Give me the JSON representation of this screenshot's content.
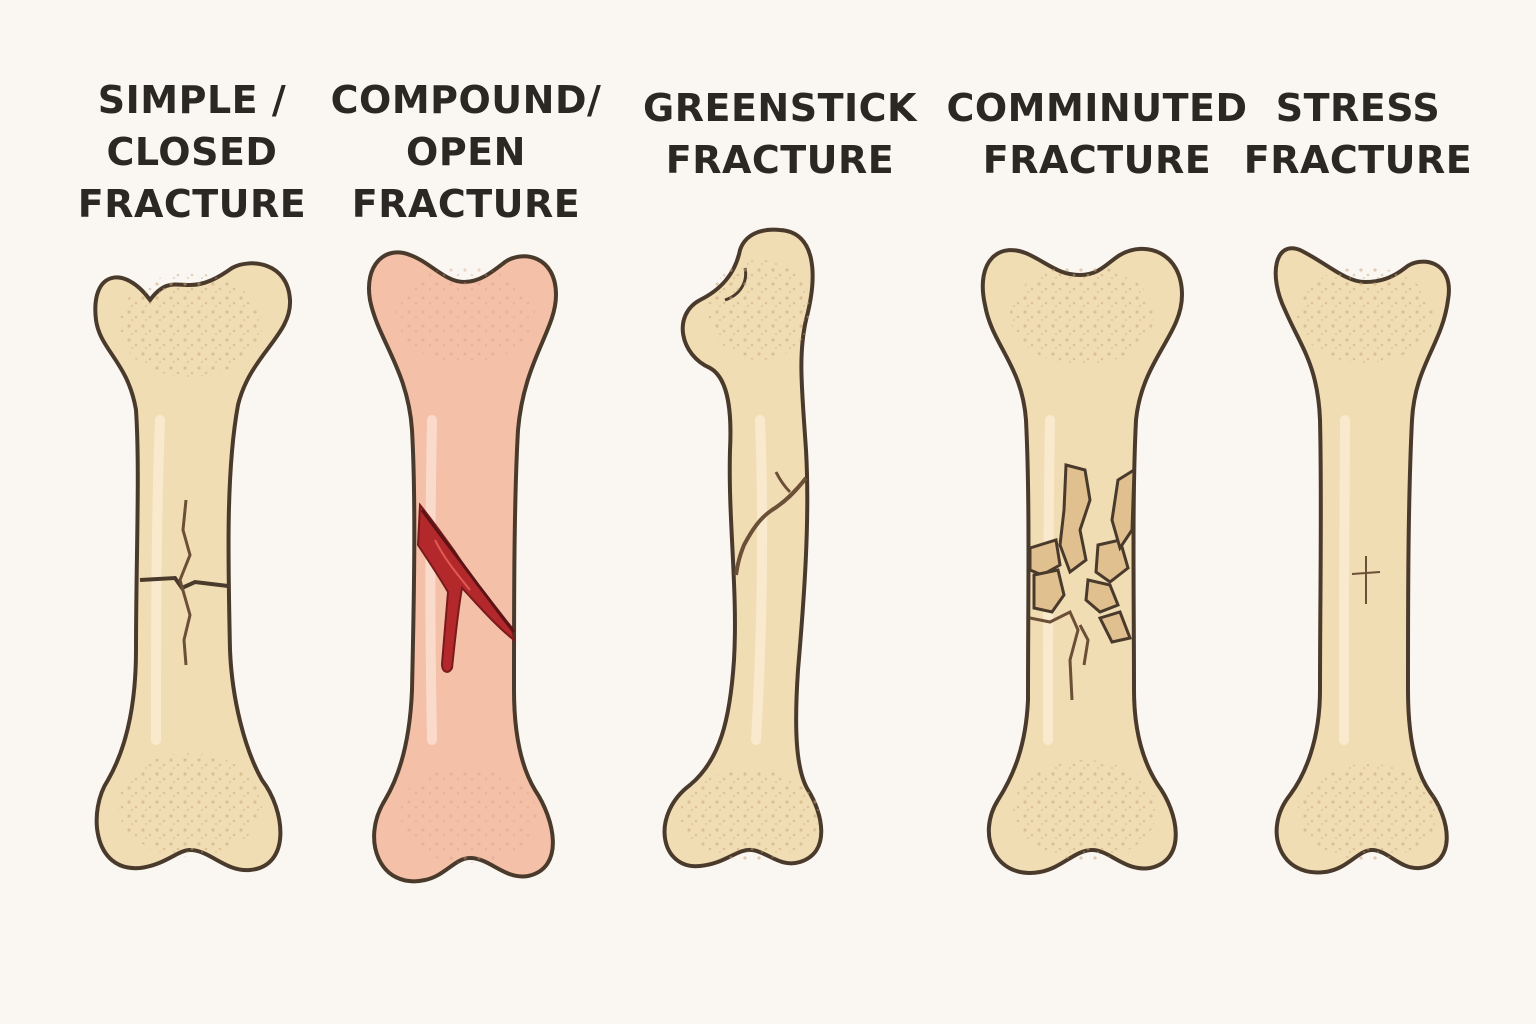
{
  "colors": {
    "background": "#faf7f2",
    "bone_fill": "#f1ddb4",
    "bone_outline": "#4a3a2c",
    "open_fracture_fill": "#f4c0a8",
    "blood": "#b3282a",
    "crack": "#6b4f36",
    "label_text": "#2b2724"
  },
  "fractures": [
    {
      "id": "simple",
      "lines": [
        "SIMPLE /",
        "CLOSED",
        "FRACTURE"
      ],
      "icon": "closed-fracture-bone"
    },
    {
      "id": "compound",
      "lines": [
        "COMPOUND/",
        "OPEN",
        "FRACTURE"
      ],
      "icon": "open-fracture-bone"
    },
    {
      "id": "greenstick",
      "lines": [
        "GREENSTICK",
        "FRACTURE"
      ],
      "icon": "greenstick-fracture-bone"
    },
    {
      "id": "comminuted",
      "lines": [
        "COMMINUTED",
        "FRACTURE"
      ],
      "icon": "comminuted-fracture-bone"
    },
    {
      "id": "stress",
      "lines": [
        "STRESS",
        "FRACTURE"
      ],
      "icon": "stress-fracture-bone"
    }
  ]
}
